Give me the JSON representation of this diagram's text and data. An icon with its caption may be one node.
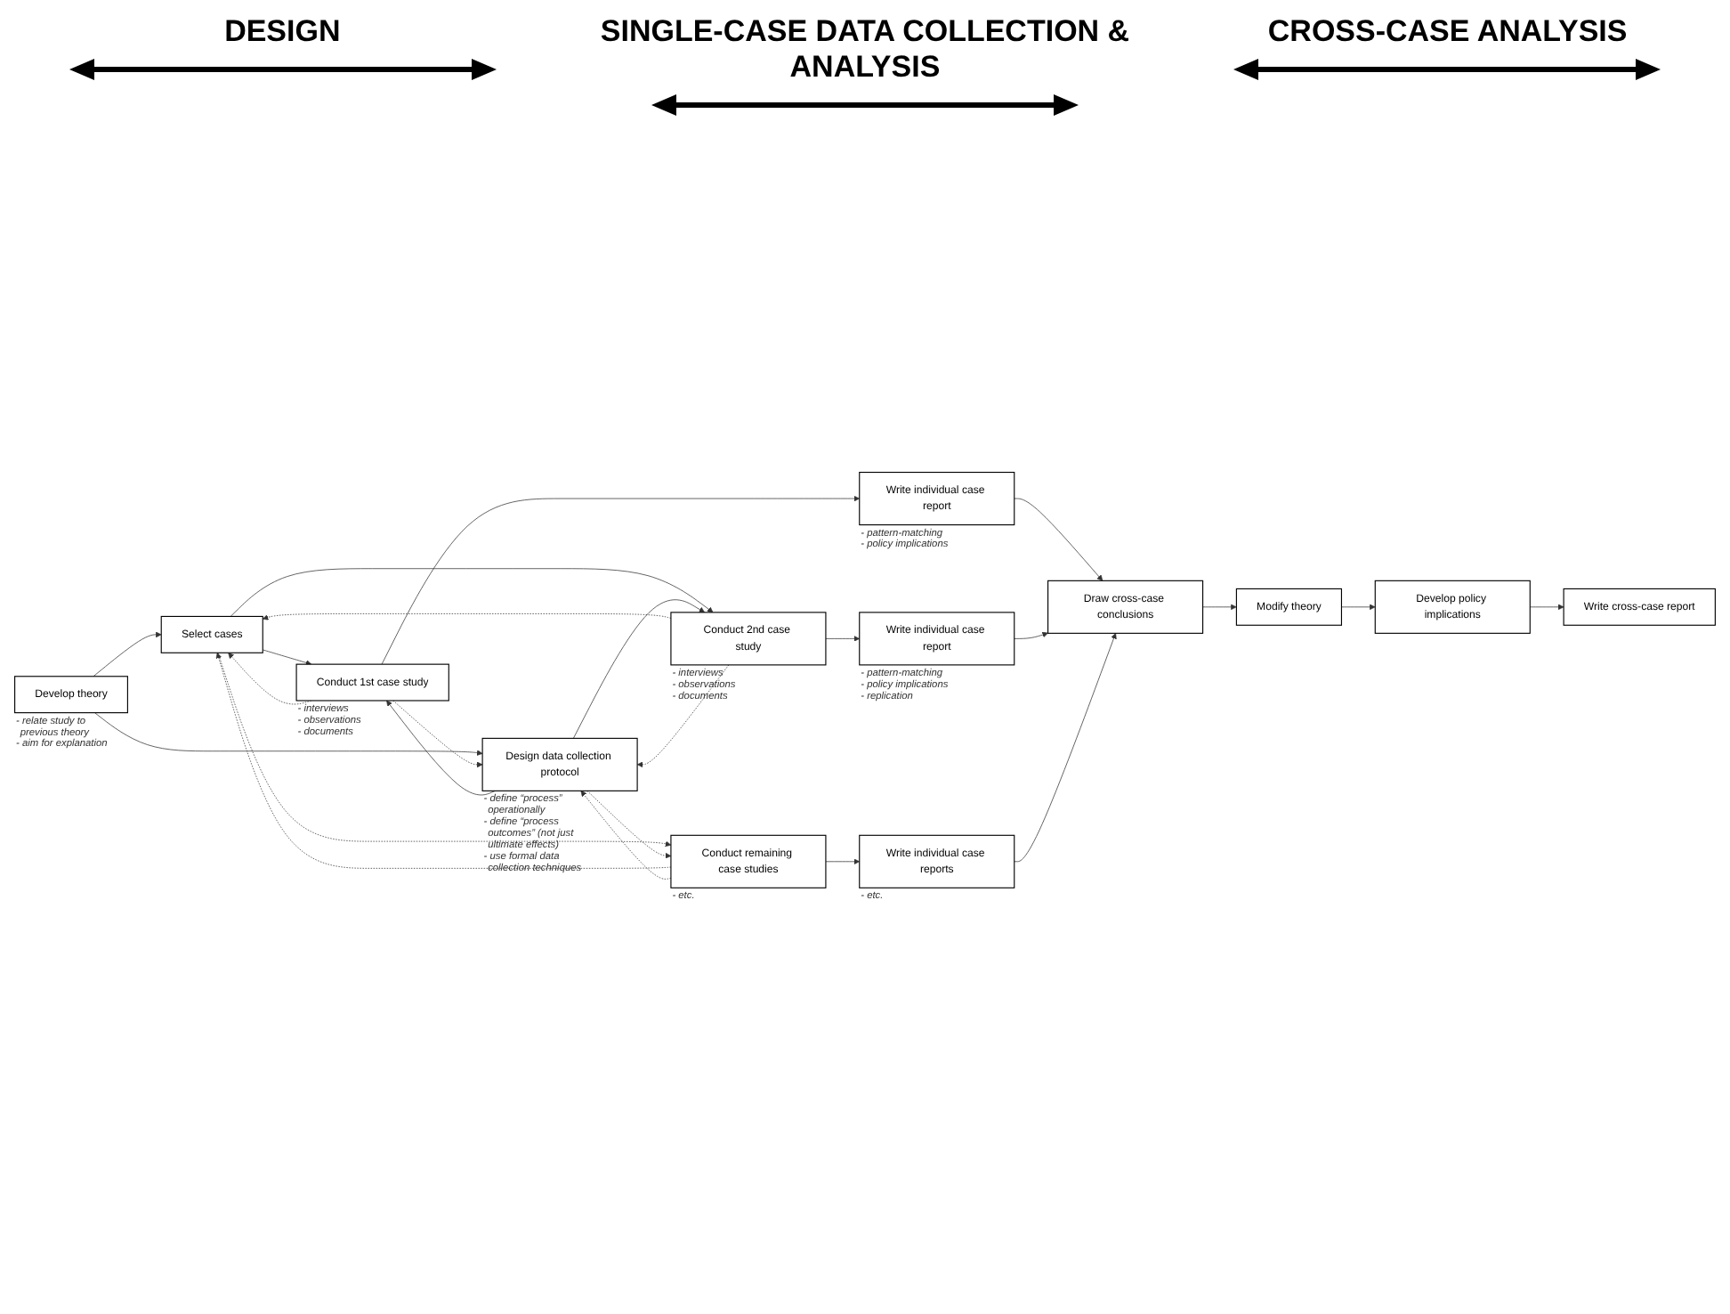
{
  "diagram": {
    "nodes": [
      {
        "text": [
          "Develop theory"
        ],
        "beside": [
          "- relate study to previous theory",
          "- aim for explanation"
        ]
      },
      {
        "text": [
          "Select cases"
        ]
      },
      {
        "text": [
          "Design data collection protocol"
        ],
        "beside": [
          "- define “process” operationally",
          "- define “process outcomes” (not just ultimate effects)",
          "- use formal data collection techniques"
        ]
      },
      {
        "text": [
          "Conduct 1st case study"
        ],
        "beside": [
          "- interviews",
          "- observations",
          "- documents"
        ]
      },
      {
        "text": [
          "Conduct 2nd case study"
        ],
        "beside": [
          "- interviews",
          "- observations",
          "- documents"
        ]
      },
      {
        "text": [
          "Conduct remaining case studies"
        ],
        "beside": [
          "- etc."
        ]
      },
      {
        "text": [
          "Write individual case report"
        ],
        "beside": [
          "- pattern-matching",
          "- policy implications"
        ]
      },
      {
        "text": [
          "Write individual case report"
        ],
        "beside": [
          "- pattern-matching",
          "- policy implications",
          "- replication"
        ]
      },
      {
        "text": [
          "Write individual case reports"
        ],
        "beside": [
          "- etc."
        ]
      },
      {
        "text": [
          "Draw cross-case conclusions"
        ]
      },
      {
        "text": [
          "Modify theory"
        ]
      },
      {
        "text": [
          "Develop policy implications"
        ]
      },
      {
        "text": [
          "Write cross-case report"
        ]
      }
    ],
    "edges": [
      {
        "from": 0,
        "to": 1,
        "arrow": "to"
      },
      {
        "from": 0,
        "to": 2,
        "arrow": "to"
      },
      {
        "from": 1,
        "to": 3,
        "arrow": "to"
      },
      {
        "from": 1,
        "to": 4,
        "arrow": "to"
      },
      {
        "from": 1,
        "to": 5,
        "arrow": "to",
        "style": "dashed"
      },
      {
        "from": 2,
        "to": 3,
        "arrow": "to"
      },
      {
        "from": 2,
        "to": 4,
        "arrow": "to"
      },
      {
        "from": 2,
        "to": 5,
        "arrow": "to",
        "style": "dashed"
      },
      {
        "from": 3,
        "to": 6,
        "arrow": "to"
      },
      {
        "from": 4,
        "to": 7,
        "arrow": "to"
      },
      {
        "from": 5,
        "to": 8,
        "arrow": "to"
      },
      {
        "from": 3,
        "to": 1,
        "arrow": "to",
        "style": "dashed"
      },
      {
        "from": 3,
        "to": 2,
        "arrow": "to",
        "style": "dashed"
      },
      {
        "from": 4,
        "to": 1,
        "arrow": "to",
        "style": "dashed"
      },
      {
        "from": 4,
        "to": 2,
        "arrow": "to",
        "style": "dashed"
      },
      {
        "from": 5,
        "to": 1,
        "arrow": "to",
        "style": "dashed"
      },
      {
        "from": 5,
        "to": 2,
        "arrow": "to",
        "style": "dashed"
      },
      {
        "from": 6,
        "to": 9,
        "arrow": "to"
      },
      {
        "from": 7,
        "to": 9,
        "arrow": "to"
      },
      {
        "from": 8,
        "to": 9,
        "arrow": "to"
      },
      {
        "from": 9,
        "to": 10,
        "arrow": "to"
      },
      {
        "from": 10,
        "to": 11,
        "arrow": "to"
      },
      {
        "from": 11,
        "to": 12,
        "arrow": "to"
      }
    ],
    "labels": [
      "DESIGN",
      "SINGLE-CASE DATA COLLECTION & ANALYSIS",
      "CROSS-CASE ANALYSIS"
    ]
  }
}
